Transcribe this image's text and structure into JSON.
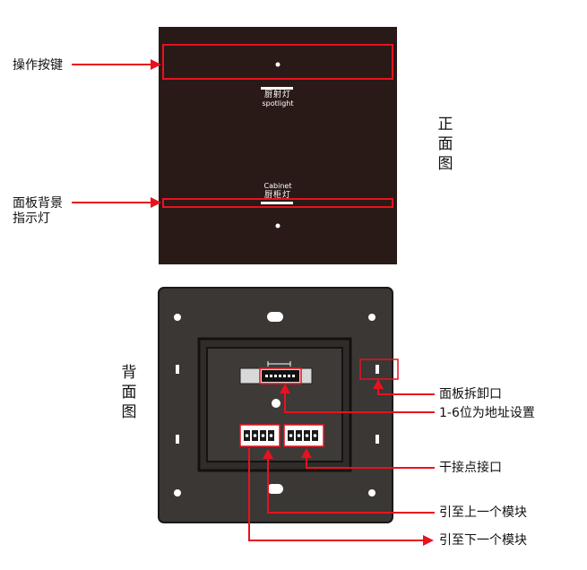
{
  "front": {
    "view_label": "正面图",
    "label_keys": "操作按键",
    "label_backlight_line1": "面板背景",
    "label_backlight_line2": "指示灯",
    "key1_cn": "厨射灯",
    "key1_en": "spotlight",
    "key2_en": "Cabinet",
    "key2_cn": "厨柜灯"
  },
  "back": {
    "view_label": "背面图",
    "label_removal": "面板拆卸口",
    "label_address": "1-6位为地址设置",
    "label_dry_contact": "干接点接口",
    "label_to_prev": "引至上一个模块",
    "label_to_next": "引至下一个模块"
  },
  "colors": {
    "panel_front": "#2a1a17",
    "panel_back": "#3a3735",
    "annotation_red": "#e8121e"
  }
}
